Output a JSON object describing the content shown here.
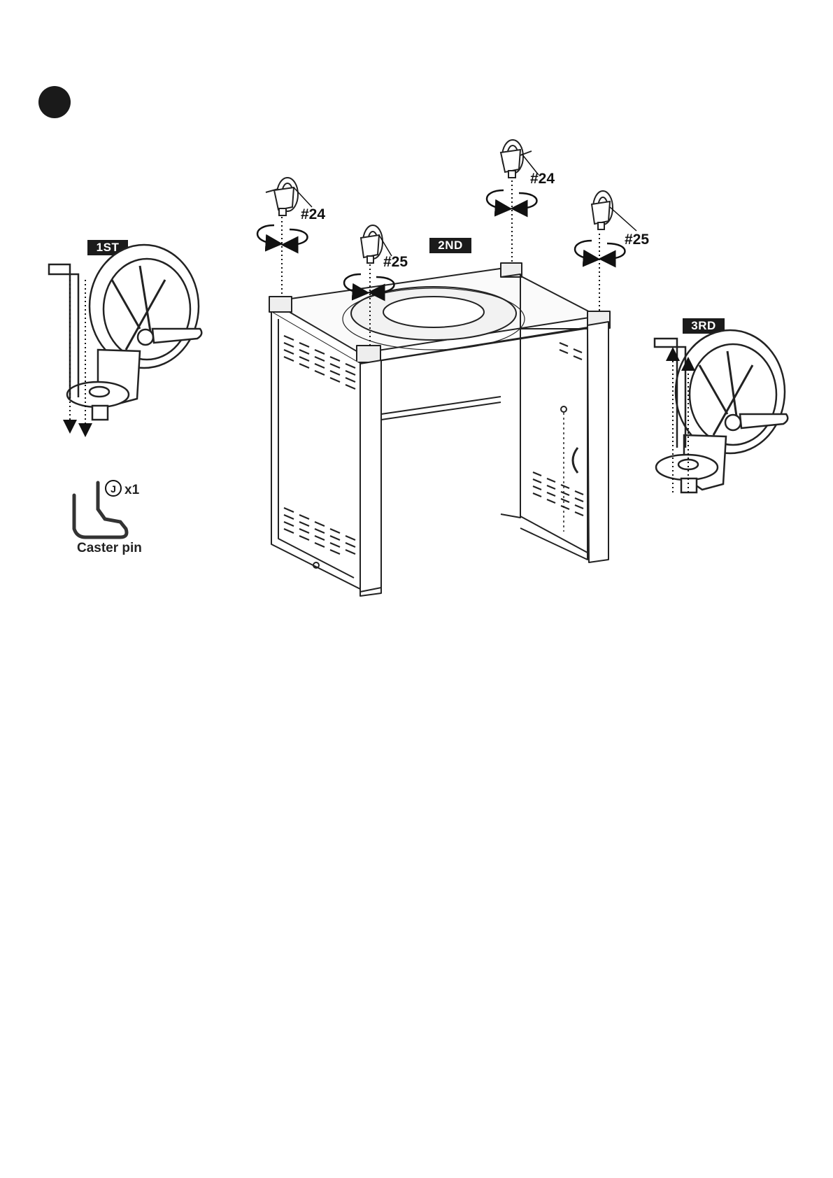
{
  "labels": {
    "first": "1ST",
    "second": "2ND",
    "third": "3RD"
  },
  "parts": {
    "caster_back_left": "#24",
    "caster_back_right": "#24",
    "caster_front_left": "#25",
    "caster_front_right": "#25"
  },
  "hardware": {
    "letter": "J",
    "quantity": "x1",
    "name": "Caster pin"
  }
}
